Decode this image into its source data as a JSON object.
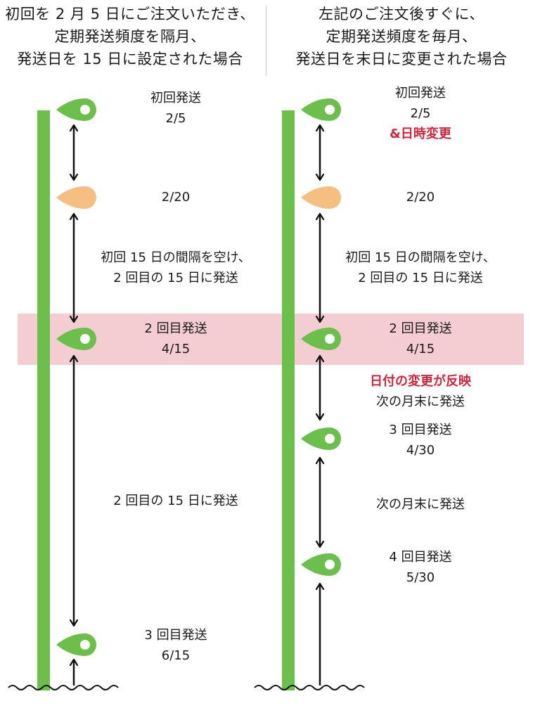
{
  "headers": {
    "left": [
      "初回を 2 月 5 日にご注文いただき、",
      "定期発送頻度を隔月、",
      "発送日を 15 日に設定された場合"
    ],
    "right": [
      "左記のご注文後すぐに、",
      "定期発送頻度を毎月、",
      "発送日を末日に変更された場合"
    ]
  },
  "left": {
    "first_title": "初回発送",
    "first_date": "2/5",
    "marker_date": "2/20",
    "interval1": [
      "初回 15 日の間隔を空け、",
      "2 回目の 15 日に発送"
    ],
    "second_title": "2 回目発送",
    "second_date": "4/15",
    "interval2": "2 回目の 15 日に発送",
    "third_title": "3 回目発送",
    "third_date": "6/15"
  },
  "right": {
    "first_title": "初回発送",
    "first_date": "2/5",
    "change_note": "&日時変更",
    "marker_date": "2/20",
    "interval1": [
      "初回 15 日の間隔を空け、",
      "2 回目の 15 日に発送"
    ],
    "second_title": "2 回目発送",
    "second_date": "4/15",
    "reflect_note": "日付の変更が反映",
    "interval2": "次の月末に発送",
    "third_title": "3 回目発送",
    "third_date": "4/30",
    "interval3": "次の月末に発送",
    "fourth_title": "4 回目発送",
    "fourth_date": "5/30"
  },
  "colors": {
    "rail": "#6cbf4a",
    "pin_green": "#6cbf4a",
    "pin_orange": "#f5bf82",
    "band": "#f3cdd1",
    "accent_red": "#d0263e"
  }
}
